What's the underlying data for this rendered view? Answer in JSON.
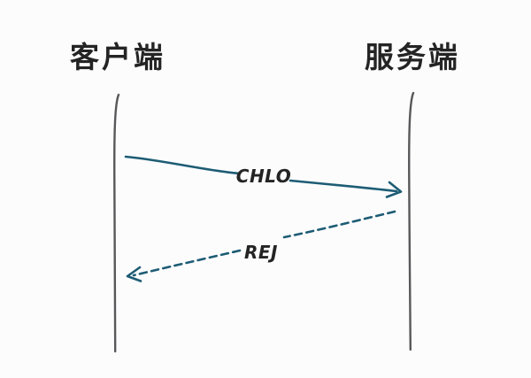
{
  "diagram": {
    "type": "sequence-diagram",
    "actors": [
      {
        "id": "client",
        "label": "客户端"
      },
      {
        "id": "server",
        "label": "服务端"
      }
    ],
    "messages": [
      {
        "label": "CHLO",
        "from": "client",
        "to": "server",
        "line_style": "solid"
      },
      {
        "label": "REJ",
        "from": "server",
        "to": "client",
        "line_style": "dashed"
      }
    ],
    "colors": {
      "arrow": "#1d5c74",
      "lifeline": "#58585a",
      "label_text": "#242424",
      "background": "#fcfcfd"
    }
  }
}
